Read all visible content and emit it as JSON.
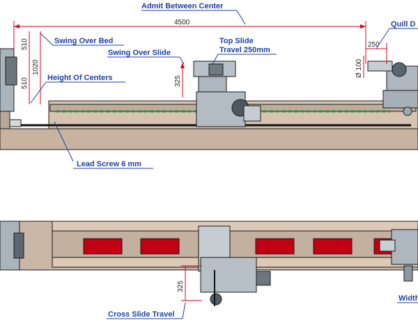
{
  "labels": {
    "admit_between_center": "Admit Between Center",
    "swing_over_bed": "Swing Over Bed",
    "swing_over_slide": "Swing Over Slide",
    "height_of_centers": "Height Of Centers",
    "top_slide_line1": "Top Slide",
    "top_slide_line2": "Travel 250mm",
    "quill_partial": "Quill D",
    "lead_screw": "Lead Screw 6 mm",
    "cross_slide_travel": "Cross Slide Travel",
    "width_partial": "Width"
  },
  "dimensions": {
    "length_between_centers": "4500",
    "swing_upper": "510",
    "swing_total": "1020",
    "swing_lower": "510",
    "swing_over_slide": "325",
    "quill_travel": "250",
    "quill_diameter": "Ø 100",
    "cross_slide_travel": "325"
  }
}
